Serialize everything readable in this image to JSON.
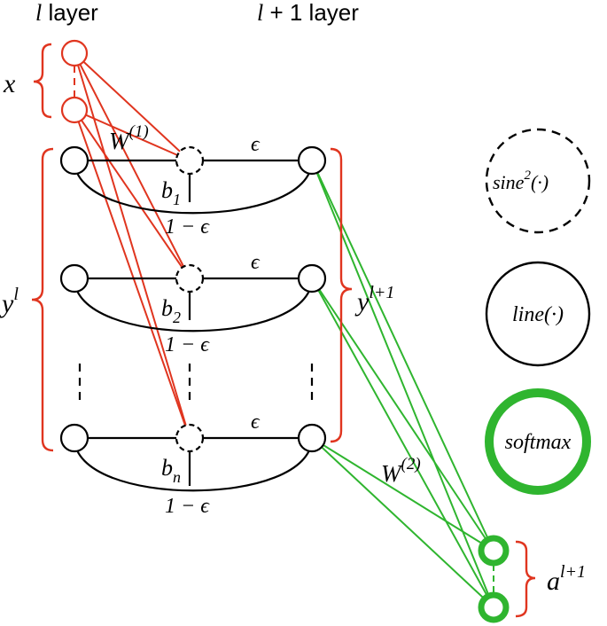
{
  "header": {
    "layer_l_var": "l",
    "layer_l_word": " layer",
    "layer_l1_var": "l",
    "layer_l1_rest": " + 1 layer"
  },
  "labels": {
    "x": "x",
    "y_l": "y",
    "y_l_sup": "l",
    "y_l1": "y",
    "y_l1_sup": "l+1",
    "W1": "W",
    "W1_sup": "(1)",
    "W2": "W",
    "W2_sup": "(2)",
    "epsilon": "ϵ",
    "one_minus_epsilon": "1 − ϵ",
    "b": "b",
    "b1_sub": "1",
    "b2_sub": "2",
    "bn_sub": "n",
    "a": "a",
    "a_sup": "l+1"
  },
  "legend": {
    "sine_main": "sine",
    "sine_sup": "2",
    "sine_arg": "(·)",
    "line_label": "line(·)",
    "softmax_label": "softmax"
  },
  "colors": {
    "input_red": "#e0351f",
    "output_green": "#2fb52f",
    "node_black": "#000000"
  }
}
